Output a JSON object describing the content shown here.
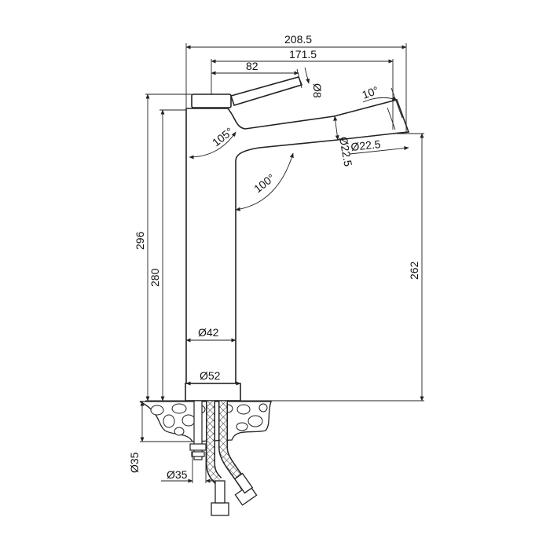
{
  "drawing": {
    "dimensions": {
      "overall_length": "208.5",
      "spout_length": "171.5",
      "handle_length": "82",
      "handle_diameter": "Ø8",
      "spout_tip_angle": "10°",
      "handle_angle": "105°",
      "spout_diameter_vertical": "Ø22.5",
      "spout_diameter_outlet": "Ø22.5",
      "spout_angle": "100°",
      "total_height": "296",
      "body_height": "280",
      "outlet_height": "262",
      "body_diameter": "Ø42",
      "base_diameter": "Ø52",
      "thread_length": "Ø35",
      "thread_diameter": "Ø35"
    },
    "colors": {
      "line": "#222222",
      "background": "#ffffff"
    }
  }
}
